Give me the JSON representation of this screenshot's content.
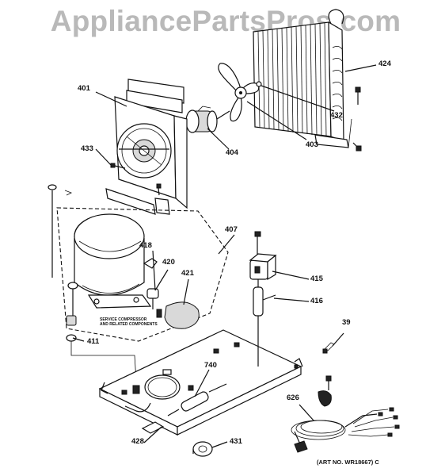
{
  "watermark": "AppliancePartsPros.com",
  "service_note": [
    "SERVICE COMPRESSOR",
    "AND RELATED COMPONENTS"
  ],
  "art_number": "(ART NO. WR18667) C",
  "callouts": {
    "c401": "401",
    "c424": "424",
    "c432": "432",
    "c403": "403",
    "c404": "404",
    "c433": "433",
    "c407": "407",
    "c418": "418",
    "c420": "420",
    "c421": "421",
    "c415": "415",
    "c416": "416",
    "c411": "411",
    "c39": "39",
    "c740": "740",
    "c626": "626",
    "c428": "428",
    "c431": "431"
  }
}
